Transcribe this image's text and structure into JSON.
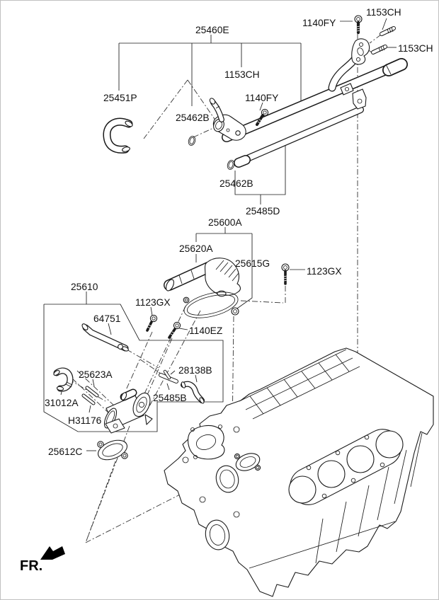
{
  "diagram_title": "Coolant pipe and thermostat parts diagram",
  "direction_indicator": {
    "text": "FR."
  },
  "colors": {
    "line": "#1a1a1a",
    "phantom_line": "#333333",
    "background": "#ffffff",
    "border": "#c0c0c0",
    "label_text": "#111111"
  },
  "callouts": [
    {
      "id": "1140FY-top",
      "text": "1140FY"
    },
    {
      "id": "1153CH-top",
      "text": "1153CH"
    },
    {
      "id": "1153CH-right",
      "text": "1153CH"
    },
    {
      "id": "25460E",
      "text": "25460E"
    },
    {
      "id": "1153CH-mid",
      "text": "1153CH"
    },
    {
      "id": "25451P",
      "text": "25451P"
    },
    {
      "id": "1140FY-mid",
      "text": "1140FY"
    },
    {
      "id": "25462B-upper",
      "text": "25462B"
    },
    {
      "id": "25462B-lower",
      "text": "25462B"
    },
    {
      "id": "25485D",
      "text": "25485D"
    },
    {
      "id": "25600A",
      "text": "25600A"
    },
    {
      "id": "25620A",
      "text": "25620A"
    },
    {
      "id": "25615G",
      "text": "25615G"
    },
    {
      "id": "1123GX-right",
      "text": "1123GX"
    },
    {
      "id": "25610",
      "text": "25610"
    },
    {
      "id": "1123GX-left",
      "text": "1123GX"
    },
    {
      "id": "64751",
      "text": "64751"
    },
    {
      "id": "1140EZ",
      "text": "1140EZ"
    },
    {
      "id": "25623A",
      "text": "25623A"
    },
    {
      "id": "31012A",
      "text": "31012A"
    },
    {
      "id": "28138B",
      "text": "28138B"
    },
    {
      "id": "25485B",
      "text": "25485B"
    },
    {
      "id": "H31176",
      "text": "H31176"
    },
    {
      "id": "25612C",
      "text": "25612C"
    }
  ]
}
